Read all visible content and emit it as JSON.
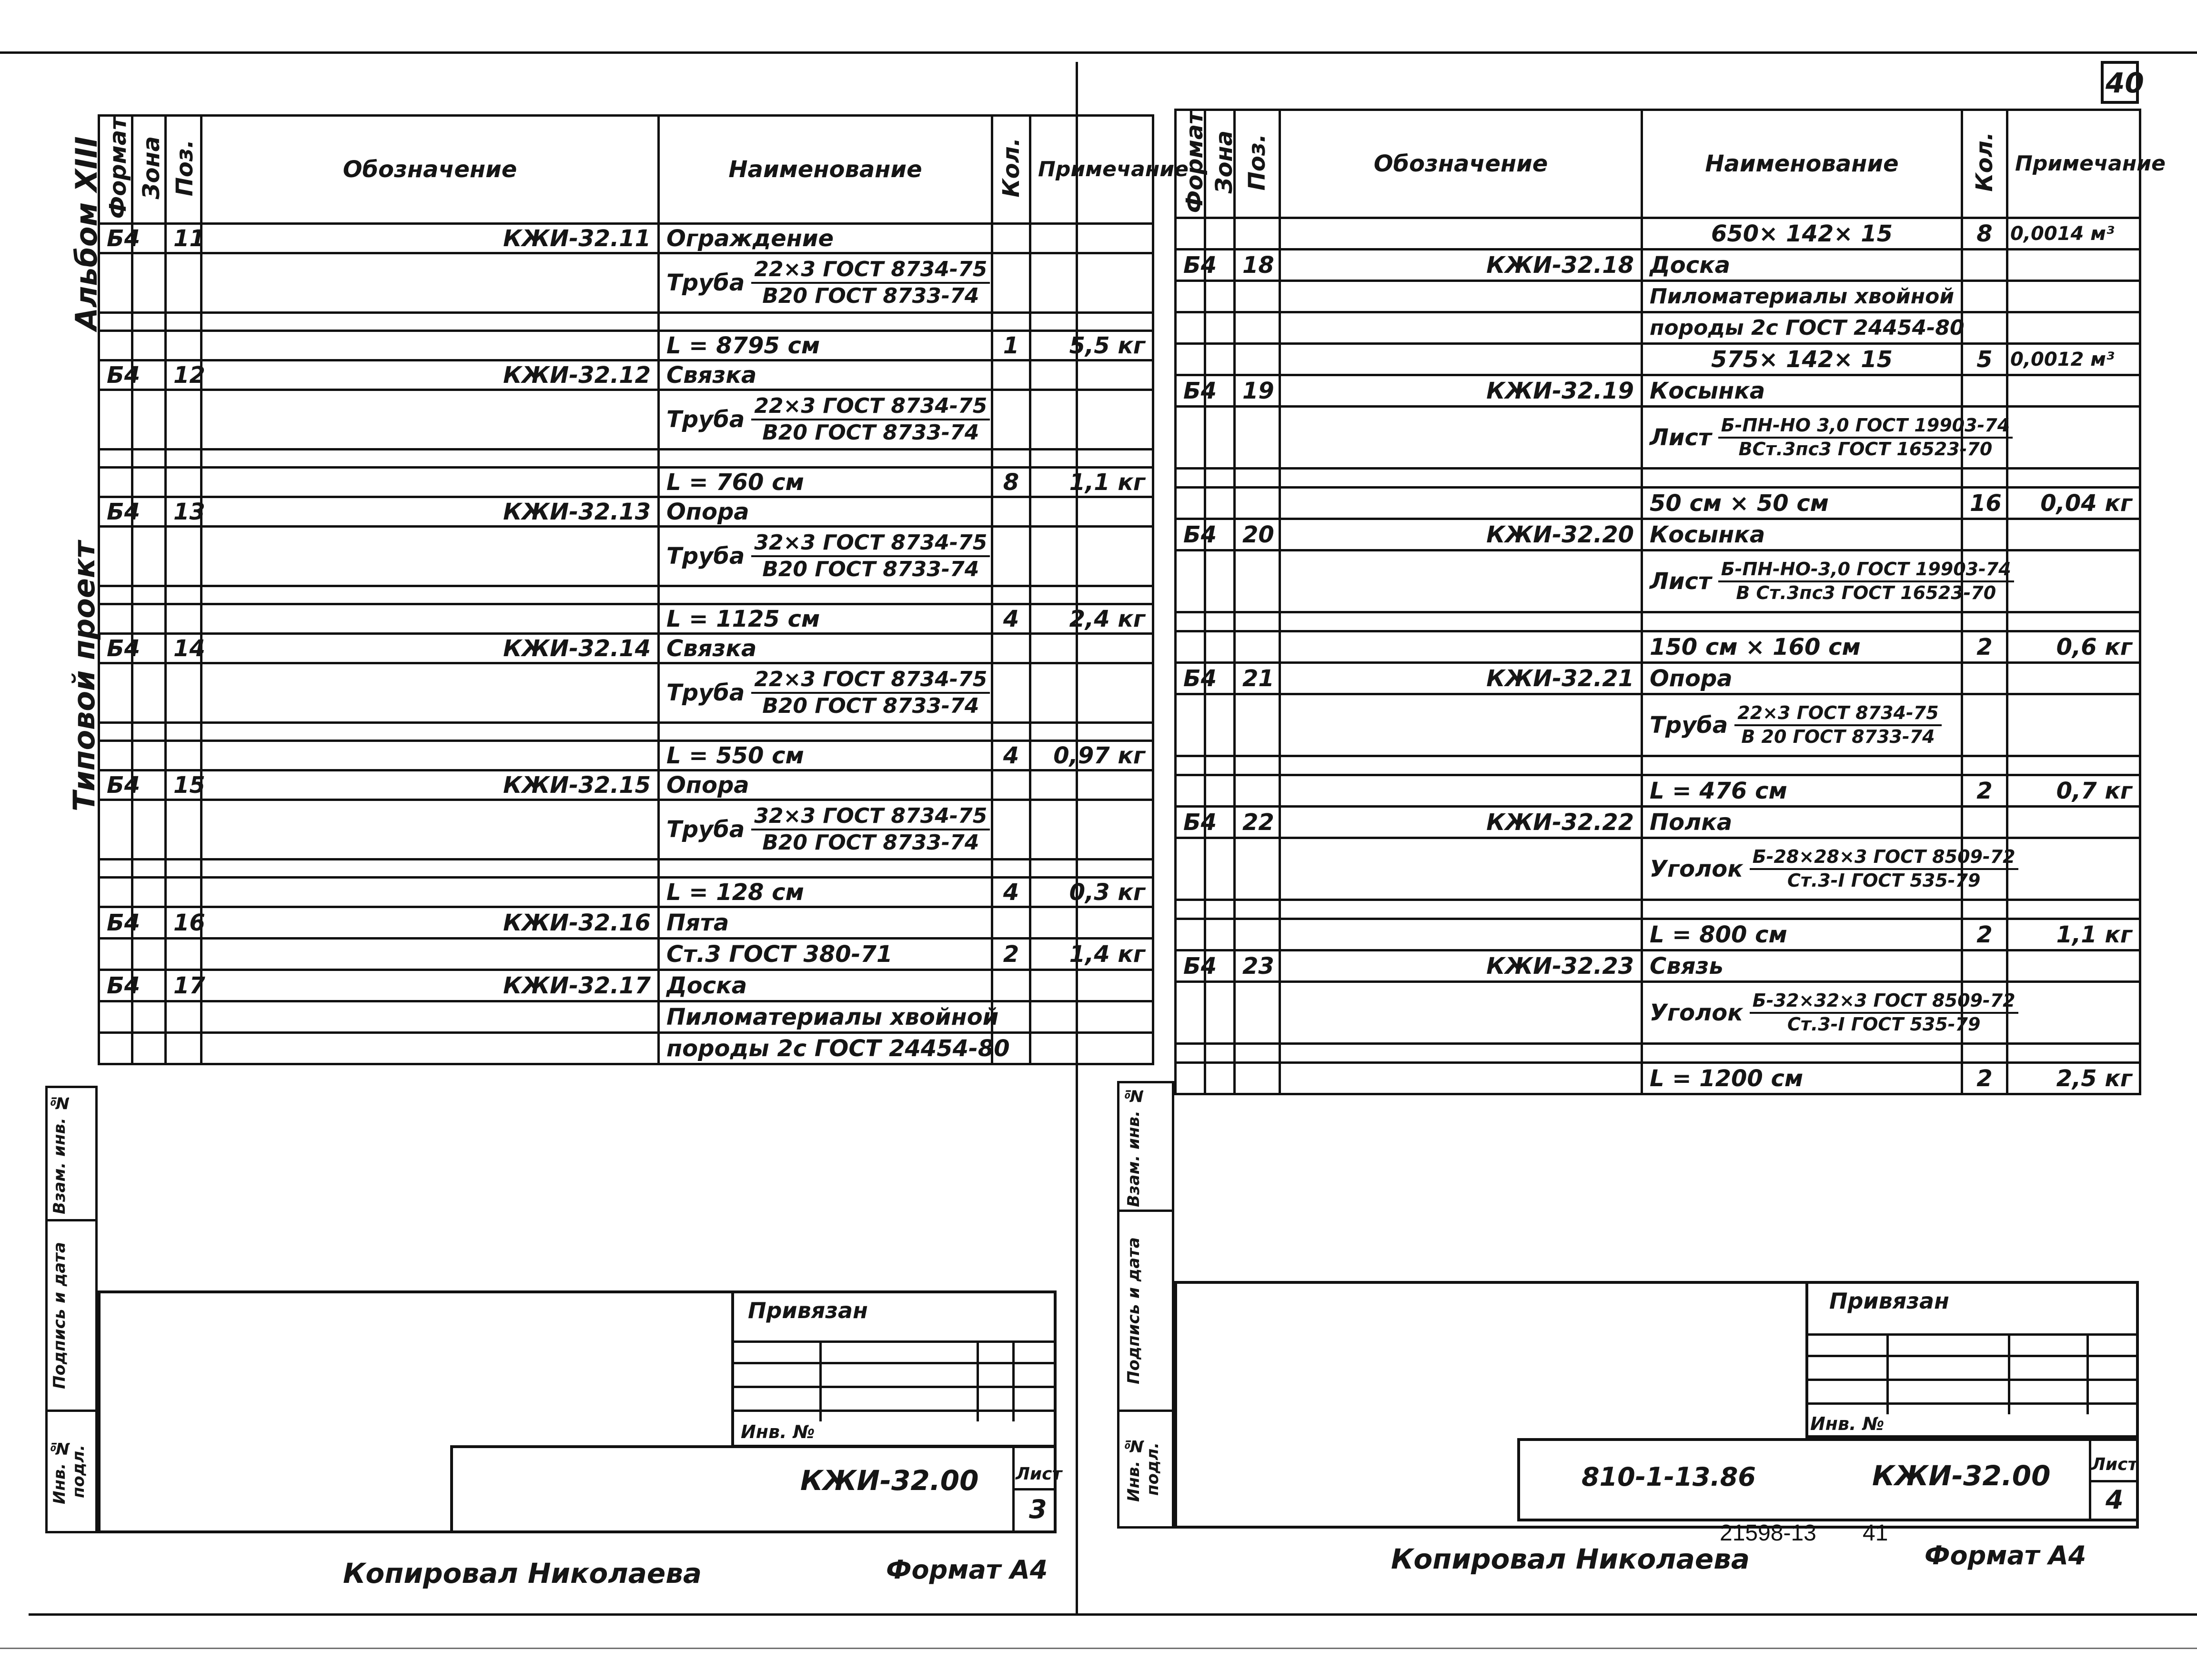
{
  "page_number": "40",
  "left_sheet": {
    "side_label_top": "Альбом XIII",
    "side_label_bottom": "Типовой проект",
    "headers": {
      "format": "Формат",
      "zone": "Зона",
      "pos": "Поз.",
      "designation": "Обозначение",
      "name": "Наименование",
      "qty": "Кол.",
      "note": "Примечание"
    },
    "items": [
      {
        "fmt": "Б4",
        "pos": "11",
        "code": "КЖИ-32.11",
        "title": "Ограждение",
        "mat": "Труба",
        "num": "22×3 ГОСТ 8734-75",
        "den": "В20 ГОСТ 8733-74",
        "dim": "L = 8795 см",
        "qty": "1",
        "mass": "5,5 кг"
      },
      {
        "fmt": "Б4",
        "pos": "12",
        "code": "КЖИ-32.12",
        "title": "Связка",
        "mat": "Труба",
        "num": "22×3 ГОСТ 8734-75",
        "den": "В20 ГОСТ 8733-74",
        "dim": "L = 760 см",
        "qty": "8",
        "mass": "1,1 кг"
      },
      {
        "fmt": "Б4",
        "pos": "13",
        "code": "КЖИ-32.13",
        "title": "Опора",
        "mat": "Труба",
        "num": "32×3 ГОСТ 8734-75",
        "den": "В20 ГОСТ 8733-74",
        "dim": "L = 1125 см",
        "qty": "4",
        "mass": "2,4 кг"
      },
      {
        "fmt": "Б4",
        "pos": "14",
        "code": "КЖИ-32.14",
        "title": "Связка",
        "mat": "Труба",
        "num": "22×3 ГОСТ 8734-75",
        "den": "В20 ГОСТ 8733-74",
        "dim": "L = 550 см",
        "qty": "4",
        "mass": "0,97 кг"
      },
      {
        "fmt": "Б4",
        "pos": "15",
        "code": "КЖИ-32.15",
        "title": "Опора",
        "mat": "Труба",
        "num": "32×3 ГОСТ 8734-75",
        "den": "В20 ГОСТ 8733-74",
        "dim": "L = 128 см",
        "qty": "4",
        "mass": "0,3 кг"
      }
    ],
    "pos16": {
      "fmt": "Б4",
      "pos": "16",
      "code": "КЖИ-32.16",
      "title": "Пята",
      "mat": "Ст.3 ГОСТ 380-71",
      "qty": "2",
      "mass": "1,4 кг"
    },
    "pos17": {
      "fmt": "Б4",
      "pos": "17",
      "code": "КЖИ-32.17",
      "title": "Доска",
      "mat1": "Пиломатериалы хвойной",
      "mat2": "породы 2с ГОСТ 24454-80"
    },
    "stamp": {
      "tied": "Привязан",
      "inv": "Инв. №",
      "code": "КЖИ-32.00",
      "sheet_label": "Лист",
      "sheet_no": "3"
    },
    "strip": {
      "s1": "Инв. № подл.",
      "s2": "Подпись и дата",
      "s3": "Взам. инв. №"
    },
    "footer_copied": "Копировал Николаева",
    "footer_format": "Формат А4"
  },
  "right_sheet": {
    "headers": {
      "format": "Формат",
      "zone": "Зона",
      "pos": "Поз.",
      "designation": "Обозначение",
      "name": "Наименование",
      "qty": "Кол.",
      "note": "Примечание"
    },
    "top_row": {
      "dim": "650× 142× 15",
      "qty": "8",
      "mass": "0,0014 м³"
    },
    "pos18": {
      "fmt": "Б4",
      "pos": "18",
      "code": "КЖИ-32.18",
      "title": "Доска",
      "mat1": "Пиломатериалы хвойной",
      "mat2": "породы 2с ГОСТ 24454-80",
      "dim": "575× 142× 15",
      "qty": "5",
      "mass": "0,0012 м³"
    },
    "items": [
      {
        "fmt": "Б4",
        "pos": "19",
        "code": "КЖИ-32.19",
        "title": "Косынка",
        "mat": "Лист",
        "num": "Б-ПН-НО 3,0 ГОСТ 19903-74",
        "den": "ВСт.3пс3 ГОСТ 16523-70",
        "dim": "50 см × 50 см",
        "qty": "16",
        "mass": "0,04 кг"
      },
      {
        "fmt": "Б4",
        "pos": "20",
        "code": "КЖИ-32.20",
        "title": "Косынка",
        "mat": "Лист",
        "num": "Б-ПН-НО-3,0 ГОСТ 19903-74",
        "den": "В Ст.3пс3 ГОСТ 16523-70",
        "dim": "150 см × 160 см",
        "qty": "2",
        "mass": "0,6 кг"
      },
      {
        "fmt": "Б4",
        "pos": "21",
        "code": "КЖИ-32.21",
        "title": "Опора",
        "mat": "Труба",
        "num": "22×3 ГОСТ 8734-75",
        "den": "В 20 ГОСТ 8733-74",
        "dim": "L = 476 см",
        "qty": "2",
        "mass": "0,7 кг"
      },
      {
        "fmt": "Б4",
        "pos": "22",
        "code": "КЖИ-32.22",
        "title": "Полка",
        "mat": "Уголок",
        "num": "Б-28×28×3 ГОСТ 8509-72",
        "den": "Ст.3-I ГОСТ 535-79",
        "dim": "L = 800 см",
        "qty": "2",
        "mass": "1,1 кг"
      },
      {
        "fmt": "Б4",
        "pos": "23",
        "code": "КЖИ-32.23",
        "title": "Связь",
        "mat": "Уголок",
        "num": "Б-32×32×3 ГОСТ 8509-72",
        "den": "Ст.3-I ГОСТ 535-79",
        "dim": "L = 1200 см",
        "qty": "2",
        "mass": "2,5 кг"
      }
    ],
    "stamp": {
      "tied": "Привязан",
      "inv": "Инв. №",
      "project": "810-1-13.86",
      "code": "КЖИ-32.00",
      "sheet_label": "Лист",
      "sheet_no": "4"
    },
    "strip": {
      "s1": "Инв. № подл.",
      "s2": "Подпись и дата",
      "s3": "Взам. инв. №"
    },
    "stamp_number": "21598-13",
    "stamp_number2": "41",
    "footer_copied": "Копировал Николаева",
    "footer_format": "Формат А4"
  }
}
